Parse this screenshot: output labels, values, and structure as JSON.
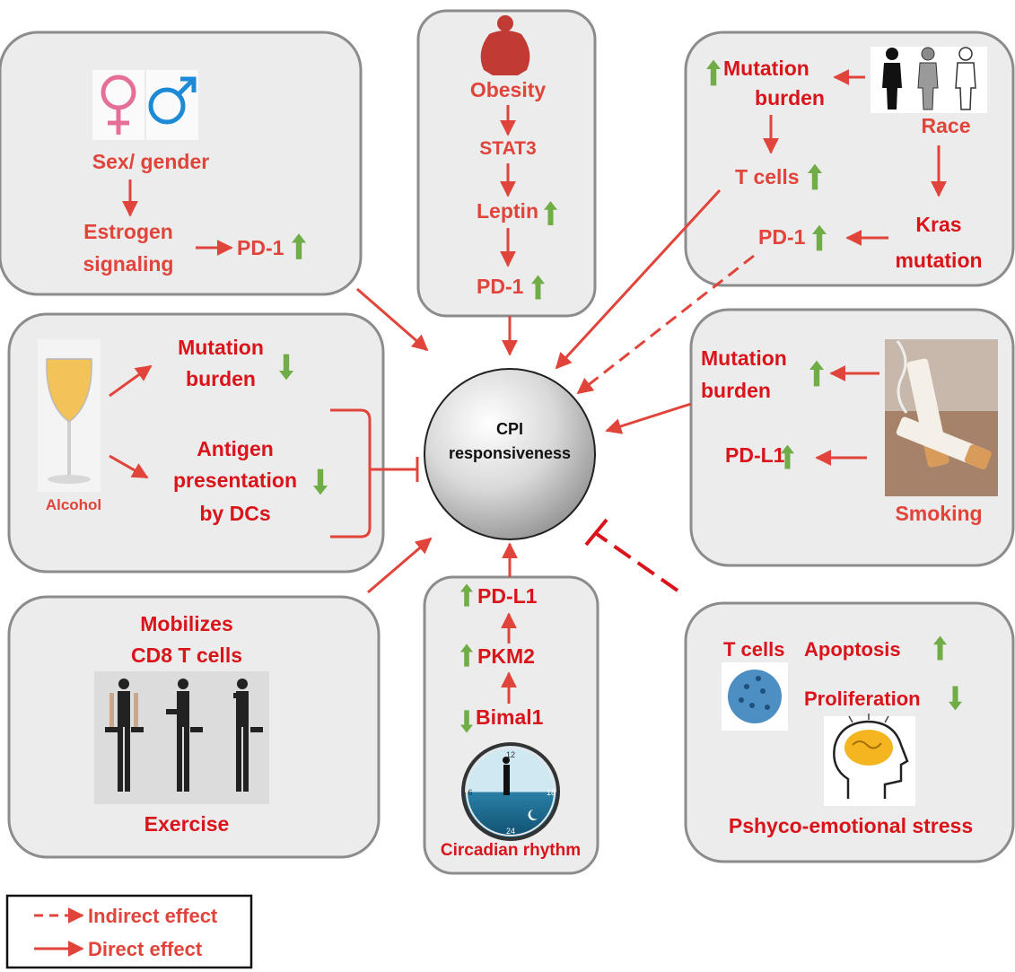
{
  "center": {
    "line1": "CPI",
    "line2": "responsiveness"
  },
  "sex": {
    "title": "Sex/ gender",
    "line1": "Estrogen",
    "line2": "signaling",
    "target": "PD-1"
  },
  "obesity": {
    "title": "Obesity",
    "step1": "STAT3",
    "step2": "Leptin",
    "step3": "PD-1"
  },
  "race": {
    "mut1": "Mutation",
    "mut2": "burden",
    "title": "Race",
    "tcells": "T cells",
    "kras1": "Kras",
    "kras2": "mutation",
    "pd1": "PD-1"
  },
  "alcohol": {
    "mut1": "Mutation",
    "mut2": "burden",
    "ant1": "Antigen",
    "ant2": "presentation",
    "ant3": "by DCs",
    "title": "Alcohol"
  },
  "smoking": {
    "mut1": "Mutation",
    "mut2": "burden",
    "pdl1": "PD-L1",
    "title": "Smoking"
  },
  "exercise": {
    "line1": "Mobilizes",
    "line2": "CD8 T cells",
    "title": "Exercise"
  },
  "circadian": {
    "pdl1": "PD-L1",
    "pkm2": "PKM2",
    "bimal": "Bimal1",
    "title": "Circadian rhythm",
    "clock": {
      "n12": "12",
      "n24": "24",
      "n6": "6",
      "n18": "18"
    }
  },
  "stress": {
    "tcells": "T cells",
    "apoptosis": "Apoptosis",
    "proliferation": "Proliferation",
    "title": "Pshyco-emotional stress"
  },
  "legend": {
    "indirect": "Indirect effect",
    "direct": "Direct effect"
  },
  "colors": {
    "arrow": "#e0443a",
    "text": "#e0443a",
    "text_dark": "#d9141a",
    "up": "#70ad47",
    "down": "#70ad47",
    "box_fill": "#ececec",
    "box_stroke": "#8c8c8c"
  }
}
